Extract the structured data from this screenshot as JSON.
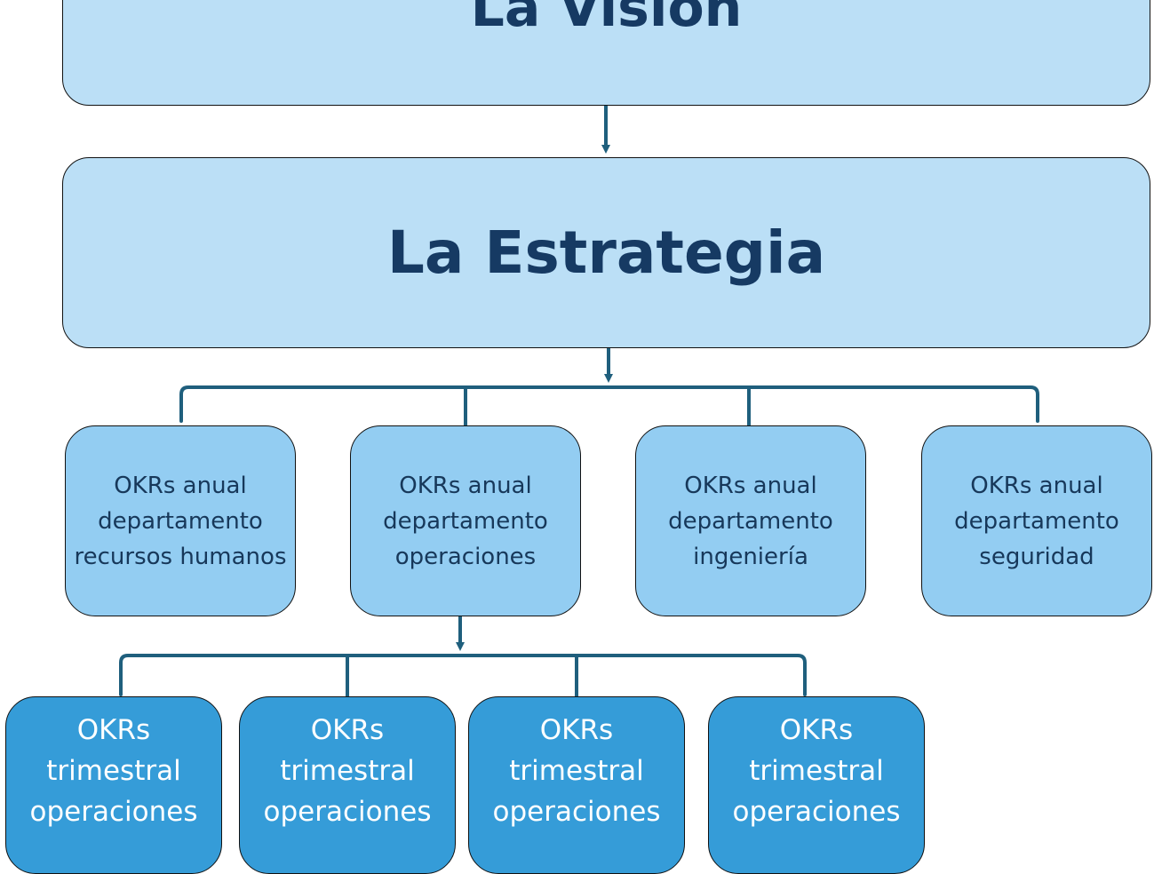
{
  "diagram": {
    "vision_label": "La Visión",
    "strategy_label": "La Estrategia",
    "annual_okrs": [
      {
        "label": "OKRs anual departamento recursos humanos"
      },
      {
        "label": "OKRs anual departamento operaciones"
      },
      {
        "label": "OKRs anual departamento ingeniería"
      },
      {
        "label": "OKRs anual departamento seguridad"
      }
    ],
    "quarterly_okrs": [
      {
        "label": "OKRs trimestral operaciones"
      },
      {
        "label": "OKRs trimestral operaciones"
      },
      {
        "label": "OKRs trimestral operaciones"
      },
      {
        "label": "OKRs trimestral operaciones"
      }
    ]
  },
  "colors": {
    "top_fill": "#bbdff6",
    "annual_fill": "#93cdf2",
    "quarter_fill": "#359cd8",
    "connector": "#1f5f7d",
    "heading_text": "#163a63"
  }
}
